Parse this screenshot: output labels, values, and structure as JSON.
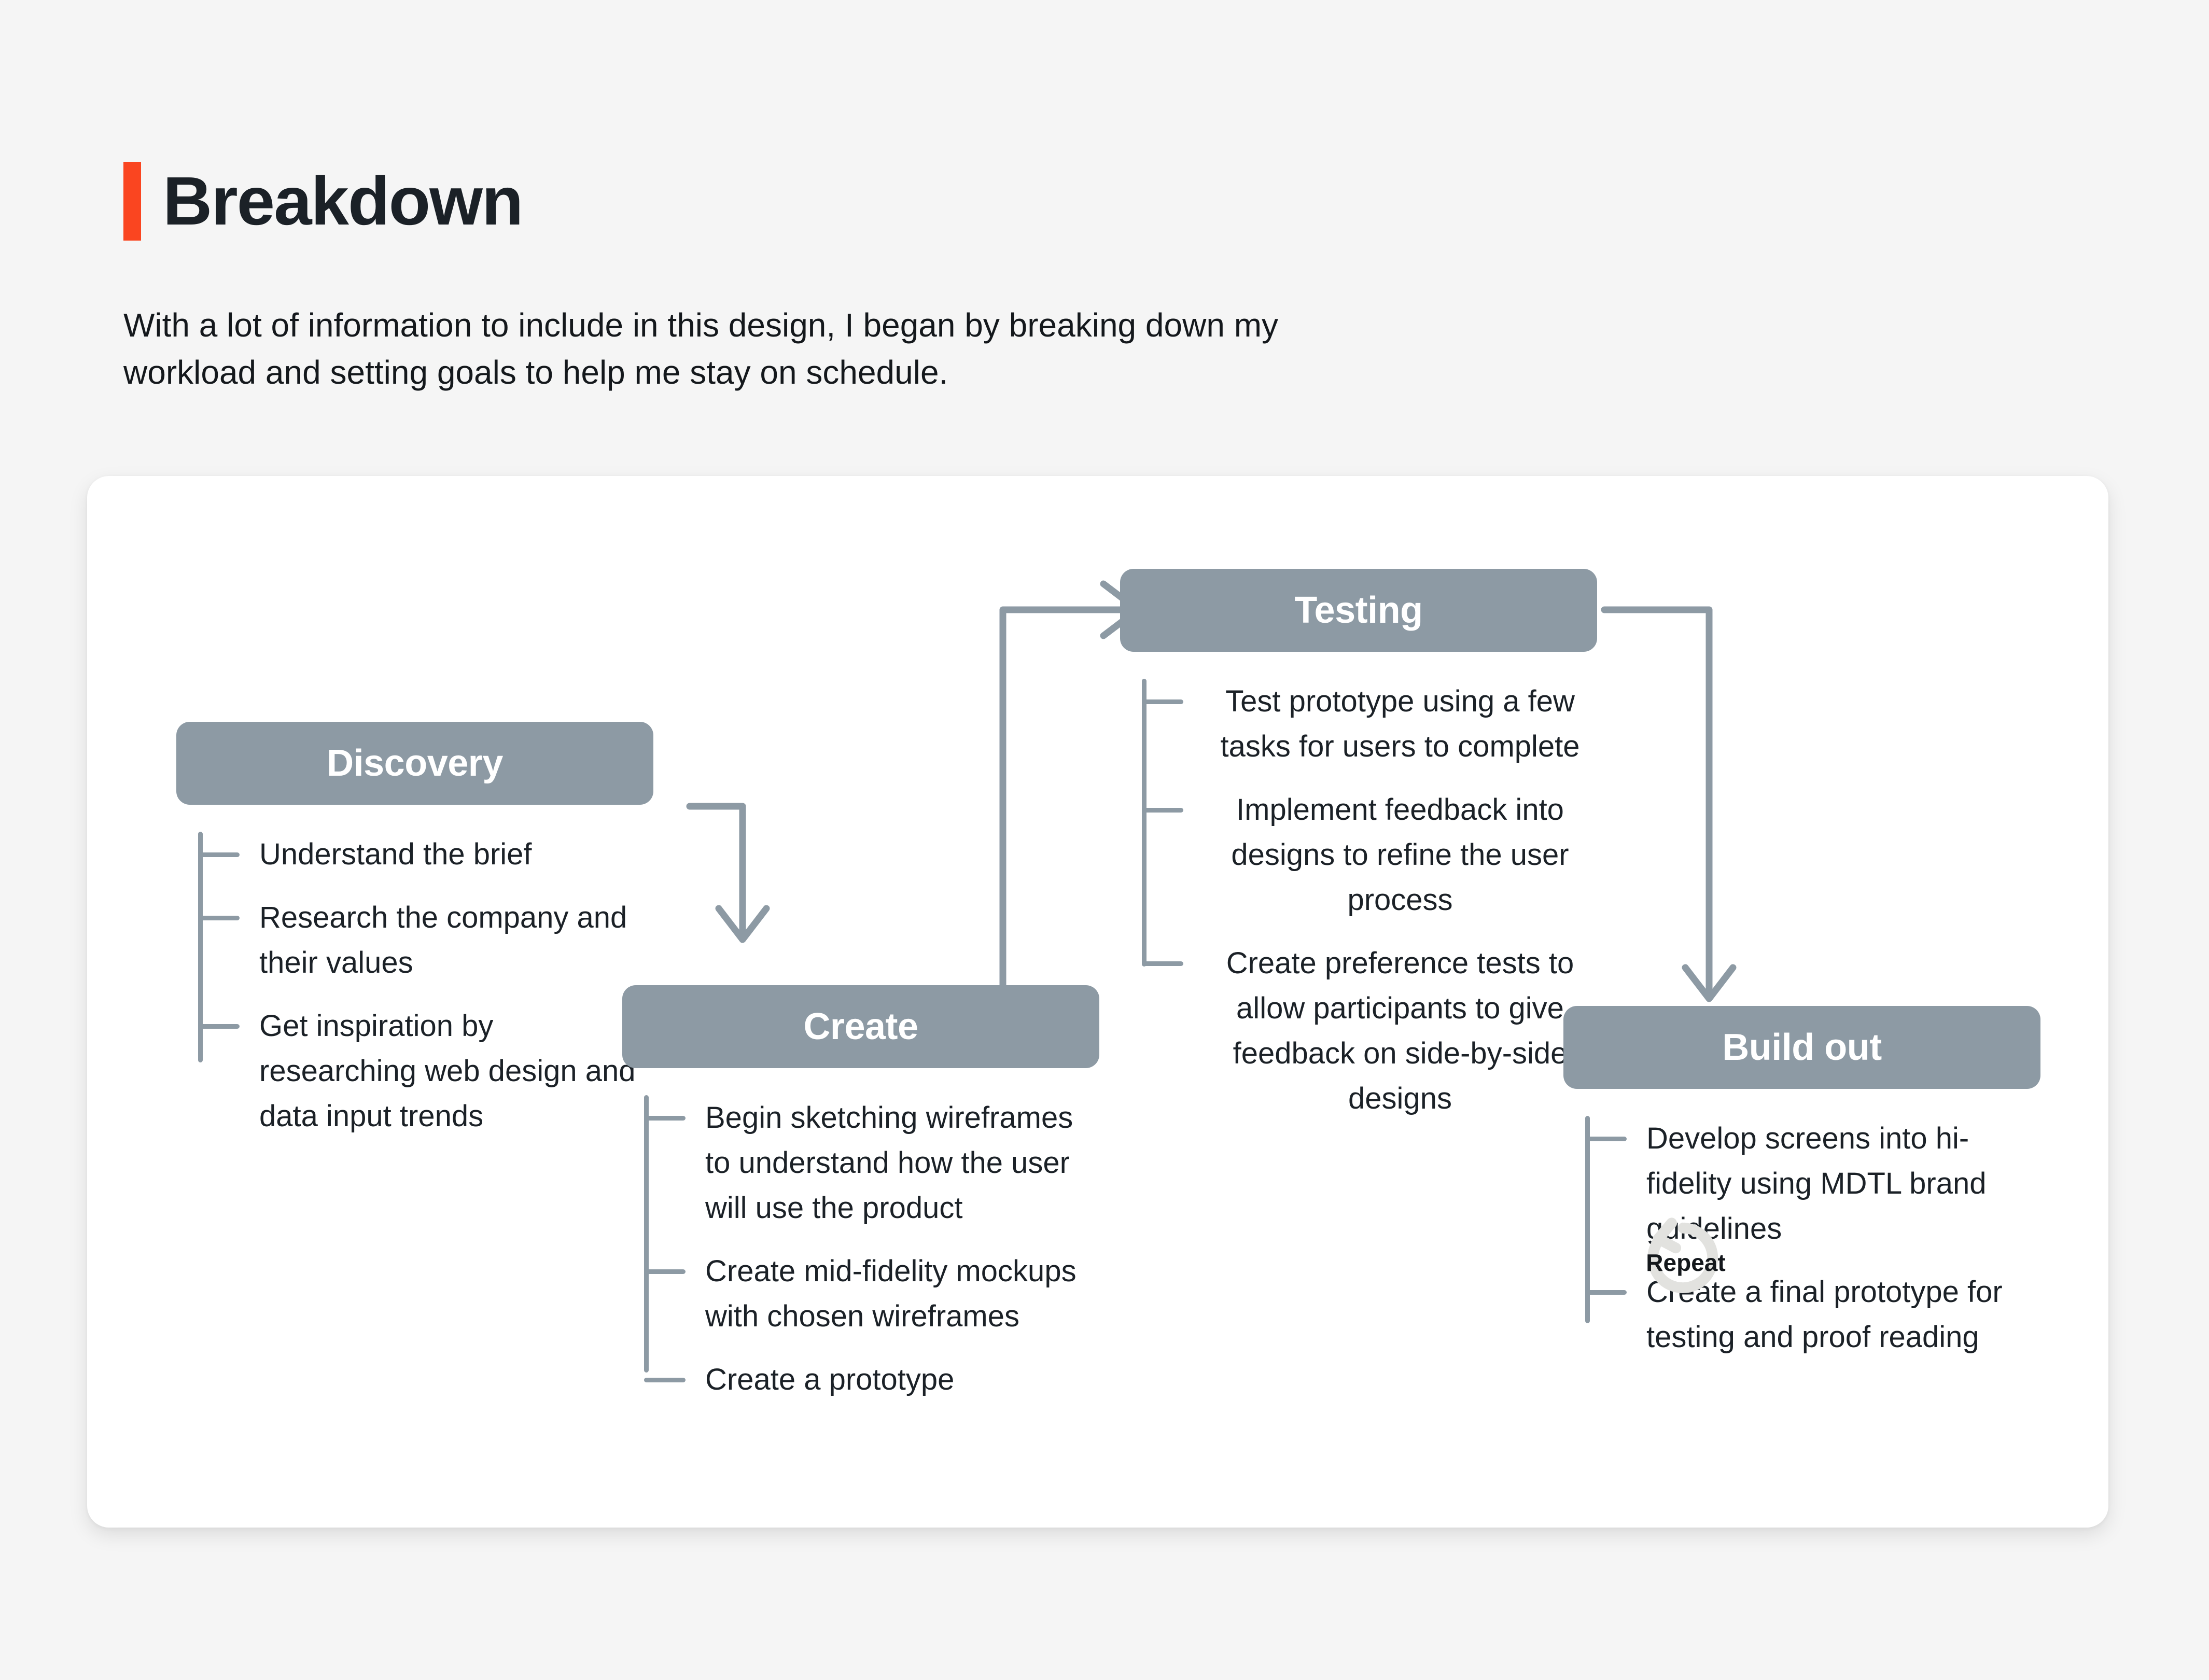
{
  "header": {
    "title": "Breakdown",
    "accent_color": "#fa4520",
    "subtitle": "With a lot of information to include in this design, I began by breaking down my workload and setting goals to help me stay on schedule."
  },
  "colors": {
    "page_background": "#f5f5f5",
    "card_background": "#ffffff",
    "node_fill": "#8d9aa4",
    "node_text": "#ffffff",
    "body_text": "#1b2127",
    "connector": "#8d9aa4",
    "repeat_icon": "#e0e0de"
  },
  "diagram": {
    "nodes": [
      {
        "id": "discovery",
        "title": "Discovery",
        "align": "left",
        "bullets": [
          "Understand the brief",
          "Research the company and their values",
          "Get inspiration by researching web design and data input trends"
        ]
      },
      {
        "id": "create",
        "title": "Create",
        "align": "left",
        "bullets": [
          "Begin sketching wireframes to understand how the user will use the product",
          "Create mid-fidelity mockups with chosen wireframes",
          "Create a prototype"
        ]
      },
      {
        "id": "testing",
        "title": "Testing",
        "align": "center",
        "bullets": [
          "Test prototype using a few tasks for users to complete",
          "Implement feedback into designs to refine the user process",
          "Create preference tests to allow participants to give feedback on side-by-side designs"
        ]
      },
      {
        "id": "buildout",
        "title": "Build out",
        "align": "left",
        "bullets": [
          "Develop screens into hi-fidelity using MDTL brand guidelines",
          "Create a final prototype for testing and proof reading"
        ]
      }
    ],
    "edges": [
      {
        "from": "discovery",
        "to": "create",
        "label": ""
      },
      {
        "from": "create",
        "to": "testing",
        "label": ""
      },
      {
        "from": "testing",
        "to": "buildout",
        "label": ""
      }
    ],
    "annotation": {
      "label": "Repeat",
      "icon": "rotate-ccw-icon"
    }
  }
}
